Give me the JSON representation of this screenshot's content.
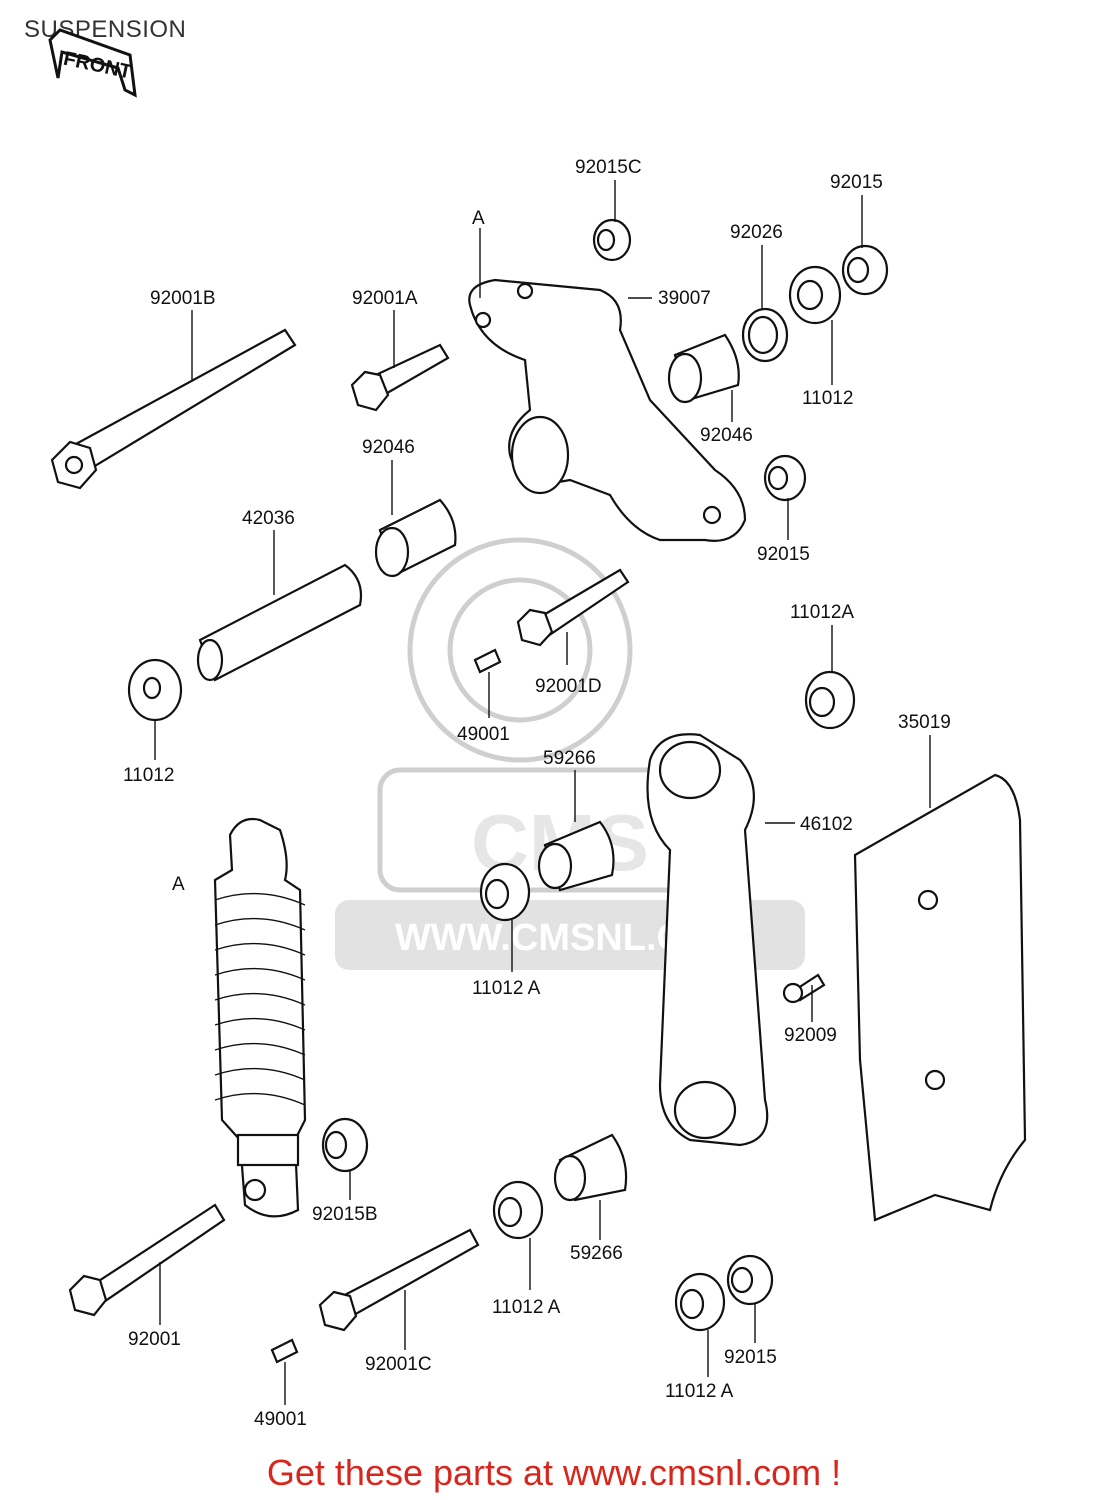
{
  "title": "SUSPENSION",
  "front_label": "FRONT",
  "watermark": {
    "text": "WWW.CMSNL.COM",
    "logo": "CMS"
  },
  "labels": {
    "p92015C": "92015C",
    "p92015_top": "92015",
    "p92026": "92026",
    "a_top": "A",
    "p92001B": "92001B",
    "p92001A": "92001A",
    "p39007": "39007",
    "p11012_top": "11012",
    "p92046_right": "92046",
    "p92046_left": "92046",
    "p92015_mid": "92015",
    "p42036": "42036",
    "p11012A_right": "11012A",
    "p92001D": "92001D",
    "p49001_mid": "49001",
    "p35019": "35019",
    "p11012_left": "11012",
    "p59266_top": "59266",
    "p46102": "46102",
    "a_shock": "A",
    "p11012A_mid": "11012 A",
    "p92009": "92009",
    "p92015B": "92015B",
    "p59266_bottom": "59266",
    "p11012A_low": "11012 A",
    "p92001": "92001",
    "p92001C": "92001C",
    "p92015_bottom": "92015",
    "p11012A_bottom": "11012 A",
    "p49001_bottom": "49001"
  },
  "footer": "Get these parts at www.cmsnl.com !"
}
